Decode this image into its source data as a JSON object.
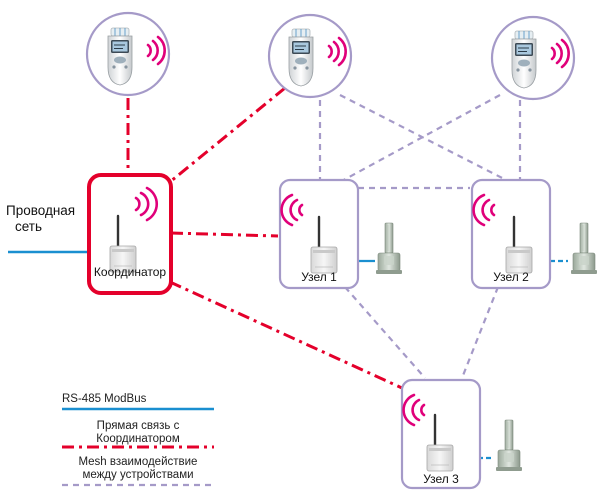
{
  "wired_network_label_line1": "Проводная",
  "wired_network_label_line2": "сеть",
  "coordinator_label": "Координатор",
  "nodes": [
    {
      "label": "Узел 1"
    },
    {
      "label": "Узел 2"
    },
    {
      "label": "Узел 3"
    }
  ],
  "legend": {
    "rs485": "RS-485 ModBus",
    "direct_line1": "Прямая связь с",
    "direct_line2": "Координатором",
    "mesh_line1": "Mesh взаимодействие",
    "mesh_line2": "между устройствами"
  },
  "colors": {
    "direct_link": "#e4002b",
    "mesh_link": "#a59ac8",
    "rs485": "#1a8fd0",
    "node_border": "#a59ac8",
    "coordinator_border": "#e4002b",
    "wifi_arcs": "#e0007a",
    "device_body": "#eeeeee"
  },
  "icons": {
    "handheld": "handheld-meter-icon",
    "wireless": "wireless-signal-icon",
    "module": "radio-module-icon",
    "sensor": "duct-sensor-icon"
  }
}
